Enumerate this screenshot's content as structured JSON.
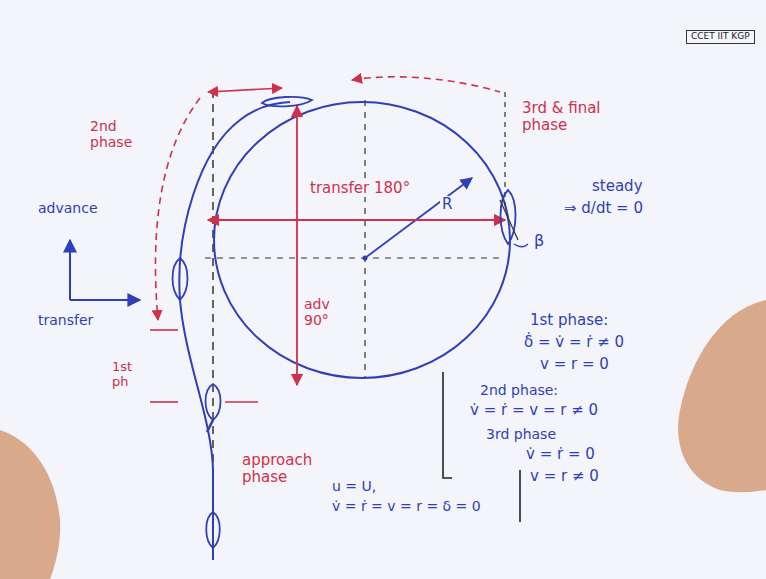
{
  "diagram": {
    "nodes": [
      {
        "text": [
          "CCET IIT KGP"
        ]
      }
    ],
    "labels": [
      "2nd phase",
      "3rd & final phase",
      "transfer 180°",
      "R",
      "steady",
      "⇒ d/dt = 0",
      "β",
      "advance",
      "transfer",
      "1st ph",
      "adv 90°",
      "approach phase",
      "u = U,",
      "v̇ = ṙ = v = r = δ = 0",
      "1st phase:",
      "δ̇ = v̇ = ṙ ≠ 0",
      "v = r = 0",
      "2nd phase:",
      "v̇ = ṙ = v = r ≠ 0",
      "3rd phase",
      "v̇ = ṙ = 0",
      "v = r ≠ 0"
    ]
  }
}
